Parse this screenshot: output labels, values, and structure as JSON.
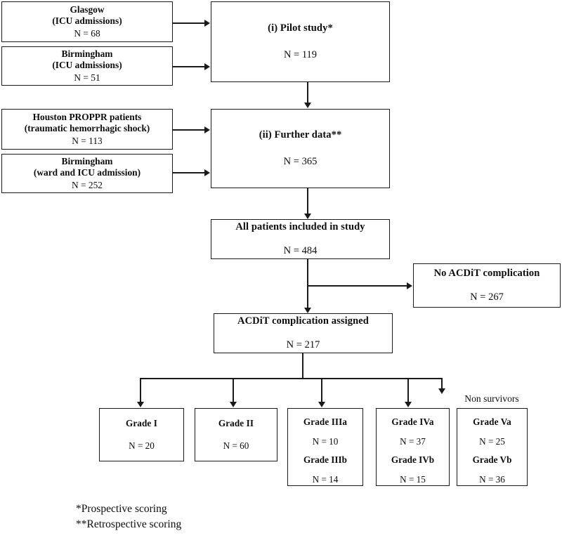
{
  "figure": {
    "type": "study-flow-diagram",
    "line_color": "#1a1a1a",
    "background": "#ffffff"
  },
  "sources": [
    {
      "id": "glasgow",
      "line1": "Glasgow",
      "line2": "(ICU admissions)",
      "count": "N = 68"
    },
    {
      "id": "birmingham-icu",
      "line1": "Birmingham",
      "line2": "(ICU admissions)",
      "count": "N = 51"
    },
    {
      "id": "houston-proppr",
      "line1": "Houston PROPPR patients",
      "line2": "(traumatic hemorrhagic shock)",
      "count": "N = 113"
    },
    {
      "id": "birmingham-ward-icu",
      "line1": "Birmingham",
      "line2": "(ward and ICU admission)",
      "count": "N = 252"
    }
  ],
  "cohorts": [
    {
      "id": "pilot-study",
      "title": "(i) Pilot study*",
      "count": "N = 119"
    },
    {
      "id": "further-data",
      "title": "(ii) Further data**",
      "count": "N = 365"
    }
  ],
  "totals": {
    "all_patients": {
      "title": "All patients included in study",
      "count": "N = 484"
    },
    "no_complication": {
      "title": "No ACDiT complication",
      "count": "N = 267"
    },
    "complication_assigned": {
      "title": "ACDiT complication assigned",
      "count": "N = 217"
    }
  },
  "non_survivors_label": "Non survivors",
  "grades": [
    {
      "id": "grade-1",
      "title": "Grade I",
      "count": "N = 20",
      "sub_title": "",
      "sub_count": ""
    },
    {
      "id": "grade-2",
      "title": "Grade II",
      "count": "N = 60",
      "sub_title": "",
      "sub_count": ""
    },
    {
      "id": "grade-3",
      "title": "Grade IIIa",
      "count": "N = 10",
      "sub_title": "Grade IIIb",
      "sub_count": "N = 14"
    },
    {
      "id": "grade-4",
      "title": "Grade IVa",
      "count": "N = 37",
      "sub_title": "Grade IVb",
      "sub_count": "N = 15"
    },
    {
      "id": "grade-5",
      "title": "Grade Va",
      "count": "N = 25",
      "sub_title": "Grade Vb",
      "sub_count": "N = 36"
    }
  ],
  "footnotes": [
    "*Prospective scoring",
    "**Retrospective scoring"
  ],
  "chart_data": {
    "type": "table",
    "title": "Patient flow through ACDiT study",
    "nodes": [
      {
        "label": "Glasgow (ICU admissions)",
        "n": 68
      },
      {
        "label": "Birmingham (ICU admissions)",
        "n": 51
      },
      {
        "label": "(i) Pilot study*",
        "n": 119
      },
      {
        "label": "Houston PROPPR patients (traumatic hemorrhagic shock)",
        "n": 113
      },
      {
        "label": "Birmingham (ward and ICU admission)",
        "n": 252
      },
      {
        "label": "(ii) Further data**",
        "n": 365
      },
      {
        "label": "All patients included in study",
        "n": 484
      },
      {
        "label": "No ACDiT complication",
        "n": 267
      },
      {
        "label": "ACDiT complication assigned",
        "n": 217
      },
      {
        "label": "Grade I",
        "n": 20
      },
      {
        "label": "Grade II",
        "n": 60
      },
      {
        "label": "Grade IIIa",
        "n": 10
      },
      {
        "label": "Grade IIIb",
        "n": 14
      },
      {
        "label": "Grade IVa",
        "n": 37
      },
      {
        "label": "Grade IVb",
        "n": 15
      },
      {
        "label": "Grade Va",
        "n": 25
      },
      {
        "label": "Grade Vb",
        "n": 36
      }
    ]
  }
}
